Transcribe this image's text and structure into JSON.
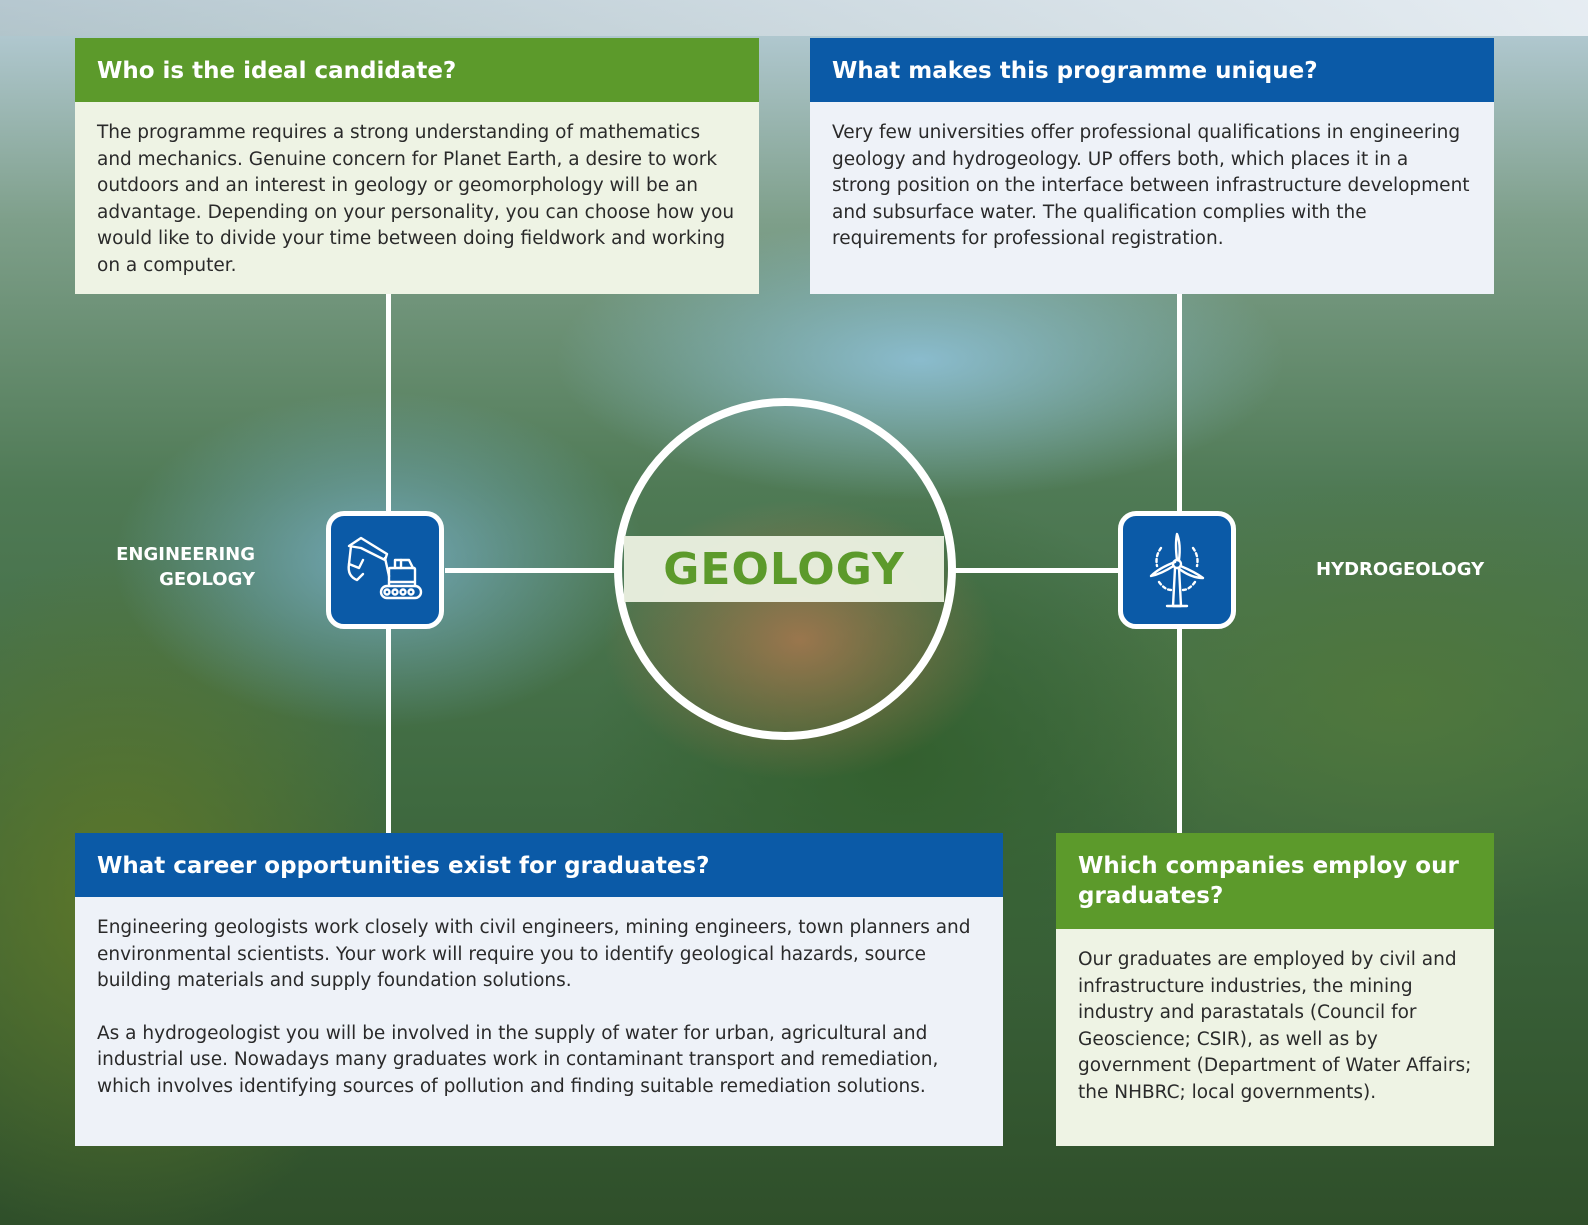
{
  "cards": {
    "ideal_candidate": {
      "heading": "Who is the ideal candidate?",
      "body": "The programme requires a strong understanding of mathematics and mechanics. Genuine concern for Planet Earth, a desire to work outdoors and an interest in geology or geomorphology will be an advantage. Depending on your personality, you can choose how you would like to divide your time between doing fieldwork and working on a computer."
    },
    "unique": {
      "heading": "What makes this programme unique?",
      "body": "Very few universities offer professional qualifications in engineering geology and hydrogeology. UP offers both, which places it in a strong position on the interface between infrastructure development and subsurface water. The qualification complies with the requirements for professional registration."
    },
    "careers": {
      "heading": "What career opportunities exist for graduates?",
      "body_1": "Engineering geologists work closely with civil engineers, mining engineers, town planners and environmental scientists. Your work will require you to identify geological hazards, source building materials and supply foundation solutions.",
      "body_2": "As a hydrogeologist you will be involved in the supply of water for urban, agricultural and industrial use. Nowadays many graduates work in contaminant transport and remediation, which involves identifying sources of pollution and finding suitable remediation solutions."
    },
    "companies": {
      "heading": "Which companies employ our graduates?",
      "body": "Our graduates are employed by civil and infrastructure industries, the mining industry and parastatals (Council for Geoscience; CSIR), as well as by government (Department of Water Affairs; the NHBRC; local governments)."
    }
  },
  "center": {
    "title": "GEOLOGY"
  },
  "left_branch": {
    "label_line1": "ENGINEERING",
    "label_line2": "GEOLOGY",
    "icon": "excavator-icon"
  },
  "right_branch": {
    "label": "HYDROGEOLOGY",
    "icon": "wind-turbine-icon"
  },
  "colors": {
    "green": "#5c9a2b",
    "blue": "#0b5aa7",
    "green_tint": "#eef3e4",
    "blue_tint": "#eef2f8"
  }
}
